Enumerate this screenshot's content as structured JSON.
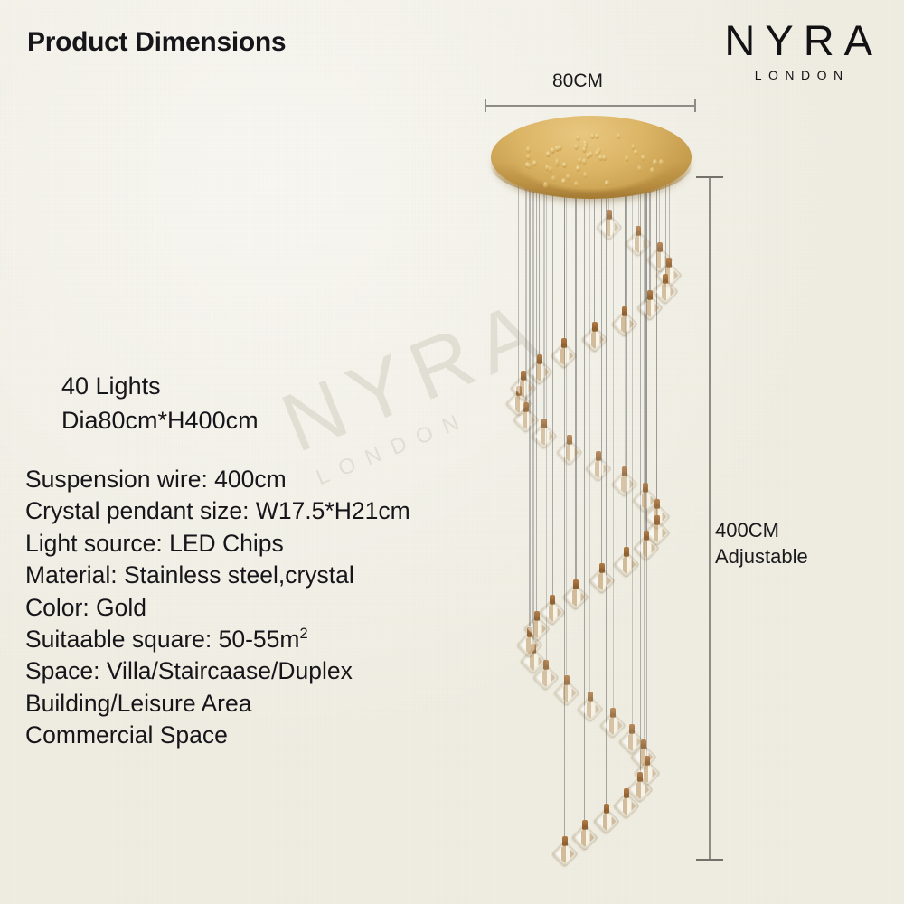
{
  "page": {
    "title": "Product Dimensions",
    "background_color": "#efede2",
    "text_color": "#16161a"
  },
  "brand": {
    "name": "NYRA",
    "sub": "LONDON",
    "watermark_name": "NYRA",
    "watermark_sub": "LONDON"
  },
  "spec_header": {
    "line1": "40 Lights",
    "line2": "Dia80cm*H400cm"
  },
  "specs": [
    "Suspension wire: 400cm",
    "Crystal pendant size: W17.5*H21cm",
    "Light source: LED Chips",
    "Material: Stainless steel,crystal",
    "Color: Gold",
    "Suitaable square: 50-55m",
    "Space: Villa/Staircaase/Duplex",
    "Building/Leisure Area",
    "Commercial Space"
  ],
  "spec_superscript": "2",
  "dimensions": {
    "width_label": "80CM",
    "height_label": "400CM",
    "height_note": "Adjustable"
  },
  "product": {
    "canopy_color": "#dcb566",
    "crystal_color": "#d8bf93",
    "wire_color": "#8c8c8a",
    "light_count": 40
  }
}
